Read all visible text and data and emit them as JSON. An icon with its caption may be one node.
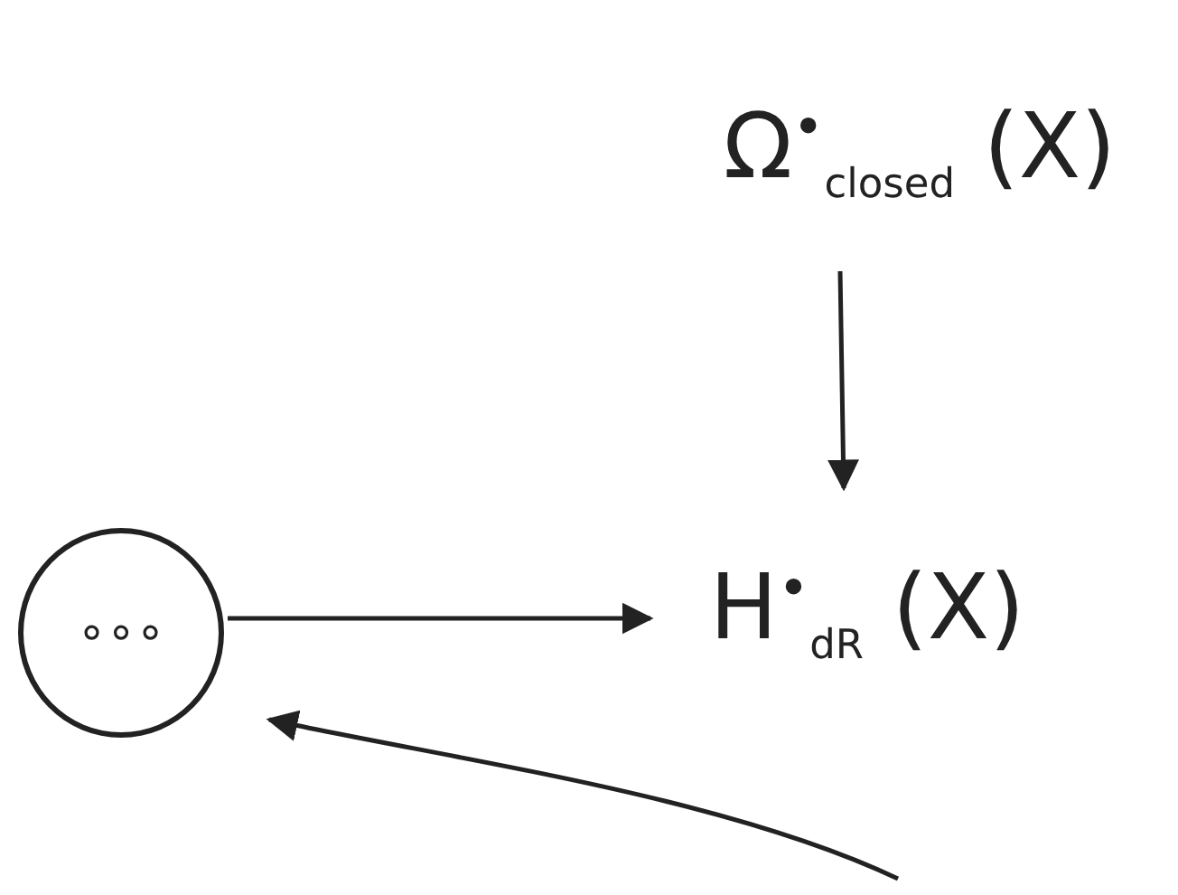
{
  "diagram": {
    "nodes": [
      {
        "text": [
          "Ω$^{•}$$_{closed}$ (X)"
        ]
      },
      {
        "text": [
          "H$^{•}$$_{dR}$ (X)"
        ]
      },
      {
        "text": [
          "∘∘∘"
        ]
      }
    ],
    "edges": [
      {
        "from": 0,
        "to": 1,
        "arrow": "to"
      },
      {
        "from": 2,
        "to": 1,
        "arrow": "to"
      },
      {
        "from": null,
        "to": 2,
        "arrow": "to"
      }
    ]
  }
}
